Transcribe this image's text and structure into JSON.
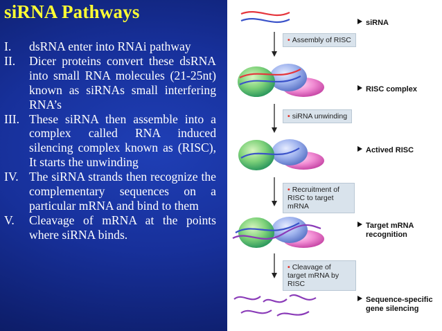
{
  "title": "siRNA Pathways",
  "items": [
    {
      "num": "I.",
      "text": "dsRNA enter into RNAi pathway"
    },
    {
      "num": "II.",
      "text": "Dicer proteins convert these dsRNA into small RNA molecules (21-25nt) known as siRNAs small interfering RNA’s"
    },
    {
      "num": "III.",
      "text": "These siRNA then assemble into a complex called RNA induced silencing complex known as (RISC), It starts the unwinding"
    },
    {
      "num": "IV.",
      "text": "The siRNA strands then recognize the complementary sequences on a particular mRNA and bind to them"
    },
    {
      "num": "V.",
      "text": "Cleavage of mRNA at the points where siRNA binds."
    }
  ],
  "diagram": {
    "steps": [
      "Assembly of RISC",
      "siRNA unwinding",
      "Recruitment of RISC to target mRNA",
      "Cleavage of target mRNA by RISC"
    ],
    "stages": [
      "siRNA",
      "RISC complex",
      "Actived RISC",
      "Target mRNA recognition",
      "Sequence-specific gene silencing"
    ]
  }
}
